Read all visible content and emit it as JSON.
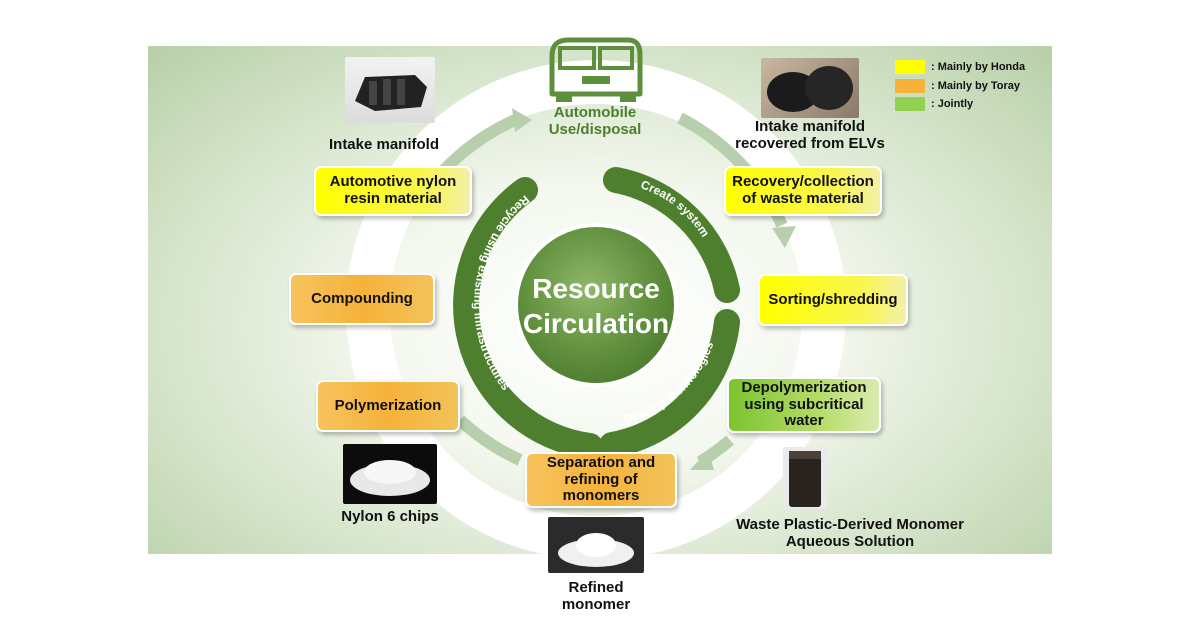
{
  "center": {
    "line1": "Resource",
    "line2": "Circulation"
  },
  "top": {
    "line1": "Automobile",
    "line2": "Use/disposal"
  },
  "arcs": {
    "create": "Create system",
    "develop": "Develop technologies",
    "recycle": "Recycle using existing infrastructures"
  },
  "boxes": {
    "automotive": "Automotive nylon resin material",
    "recovery": "Recovery/collection of waste material",
    "compounding": "Compounding",
    "sorting": "Sorting/shredding",
    "polymerization": "Polymerization",
    "depoly": "Depolymerization using subcritical water",
    "separation": "Separation and refining of monomers"
  },
  "captions": {
    "intake": "Intake manifold",
    "elv_line1": "Intake manifold",
    "elv_line2": "recovered from ELVs",
    "nylon": "Nylon 6 chips",
    "refined_line1": "Refined",
    "refined_line2": "monomer",
    "waste_line1": "Waste Plastic-Derived Monomer",
    "waste_line2": "Aqueous Solution"
  },
  "legend": [
    {
      "label": ": Mainly by Honda",
      "color": "#ffff00"
    },
    {
      "label": ": Mainly by Toray",
      "color": "#f6b23a"
    },
    {
      "label": ": Jointly",
      "color": "#92d050"
    }
  ],
  "colors": {
    "green_dark": "#4d7f2e",
    "green_mid": "#5d8f3c",
    "arrow": "#b8cfae"
  },
  "icons": [
    "car-icon",
    "intake-manifold-photo",
    "elv-bags-photo",
    "nylon-chips-photo",
    "refined-monomer-photo",
    "aqueous-solution-photo"
  ]
}
